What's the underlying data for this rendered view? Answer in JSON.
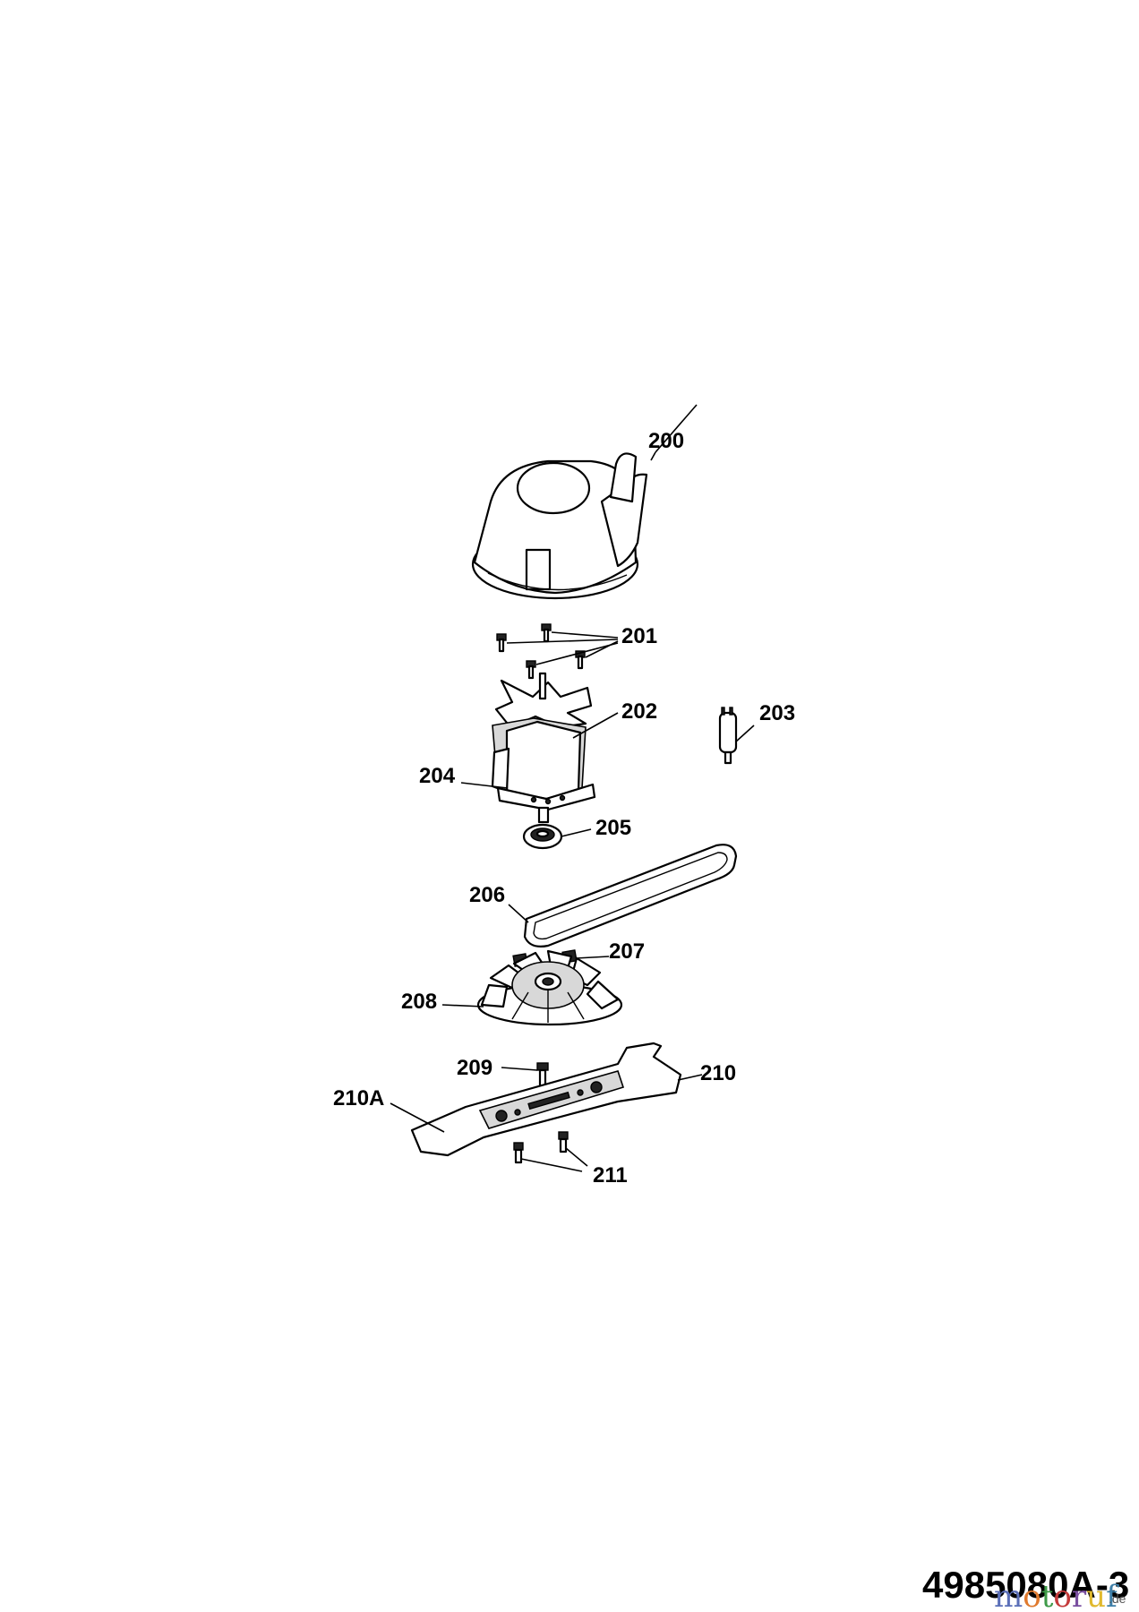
{
  "labels": {
    "p200": "200",
    "p201": "201",
    "p202": "202",
    "p203": "203",
    "p204": "204",
    "p205": "205",
    "p206": "206",
    "p207": "207",
    "p208": "208",
    "p209": "209",
    "p210": "210",
    "p210A": "210A",
    "p211": "211"
  },
  "diagram_code": "4985080A-3",
  "watermark": {
    "text": "motoruf",
    "suffix": ".de",
    "colors": [
      "#5b6fb8",
      "#e07a2e",
      "#3e9a48",
      "#c43b3b",
      "#7a4fa0",
      "#e0b92e",
      "#3e7fa8"
    ]
  }
}
